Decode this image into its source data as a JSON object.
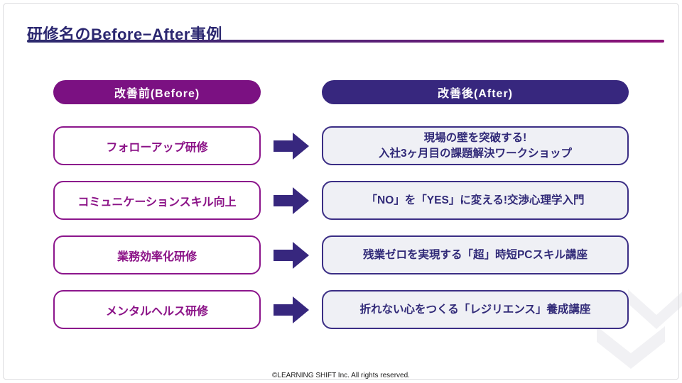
{
  "slide": {
    "title": "研修名のBefore−After事例",
    "footer": "©LEARNING SHIFT Inc. All rights reserved."
  },
  "headers": {
    "before": "改善前(Before)",
    "after": "改善後(After)"
  },
  "rows": [
    {
      "before": "フォローアップ研修",
      "after": "現場の壁を突破する!\n入社3ヶ月目の課題解決ワークショップ"
    },
    {
      "before": "コミュニケーションスキル向上",
      "after": "「NO」を「YES」に変える!交渉心理学入門"
    },
    {
      "before": "業務効率化研修",
      "after": "残業ゼロを実現する「超」時短PCスキル講座"
    },
    {
      "before": "メンタルヘルス研修",
      "after": "折れない心をつくる「レジリエンス」養成講座"
    }
  ],
  "icons": {
    "arrow": "right-arrow-icon",
    "chevron": "chevron-down-icon"
  },
  "colors": {
    "title_text": "#2b2770",
    "rule_gradient_start": "#2b2a6e",
    "rule_gradient_end": "#8e1278",
    "before_pill_bg": "#7b1182",
    "after_pill_bg": "#37277e",
    "before_box_border": "#8c168c",
    "before_box_text": "#8b1287",
    "after_box_bg": "#eff0f5",
    "after_box_border": "#3b2e85",
    "after_box_text": "#312a78",
    "arrow_fill": "#37277e",
    "chevron_fill": "#f1f1f4"
  }
}
